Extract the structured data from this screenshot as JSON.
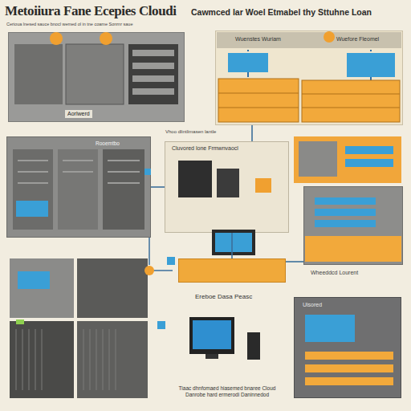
{
  "diagram": {
    "title": "Metoiiura Fane Ecepies Cloudi",
    "caption": "Tiaac dhnfomaed hiasemed bnaree Cloud Danrobe hard ermerodi Daninnedod",
    "nodes": [
      {
        "text": [
          "Aorlwerd"
        ]
      },
      {
        "text": [
          "Wuenstes Wuriam",
          "Wuefore Fleomel"
        ]
      },
      {
        "text": [
          "Rooemtbo"
        ]
      },
      {
        "text": [
          "Cluvored lone Frmwnvaocl"
        ]
      },
      {
        "text": [
          "Wheeddcd Lourent"
        ]
      },
      {
        "text": [
          "Ereboe Dasa Peasc"
        ]
      },
      {
        "text": [
          "Uisored"
        ]
      }
    ],
    "edges": [
      {
        "from": 2,
        "to": 3,
        "arrow": "none"
      },
      {
        "from": 1,
        "to": 3,
        "arrow": "none"
      },
      {
        "from": 3,
        "to": 5,
        "arrow": "none"
      },
      {
        "from": 5,
        "to": 4,
        "arrow": "none"
      }
    ],
    "labels": [
      "Cawmced lar Woel Etmabel thy Sttuhne Loan",
      "Cerioua lnesed sauce bnocl wemed ol in tne coame Sonrnr saue",
      "Vhoo dlintlimasen lantle"
    ]
  }
}
